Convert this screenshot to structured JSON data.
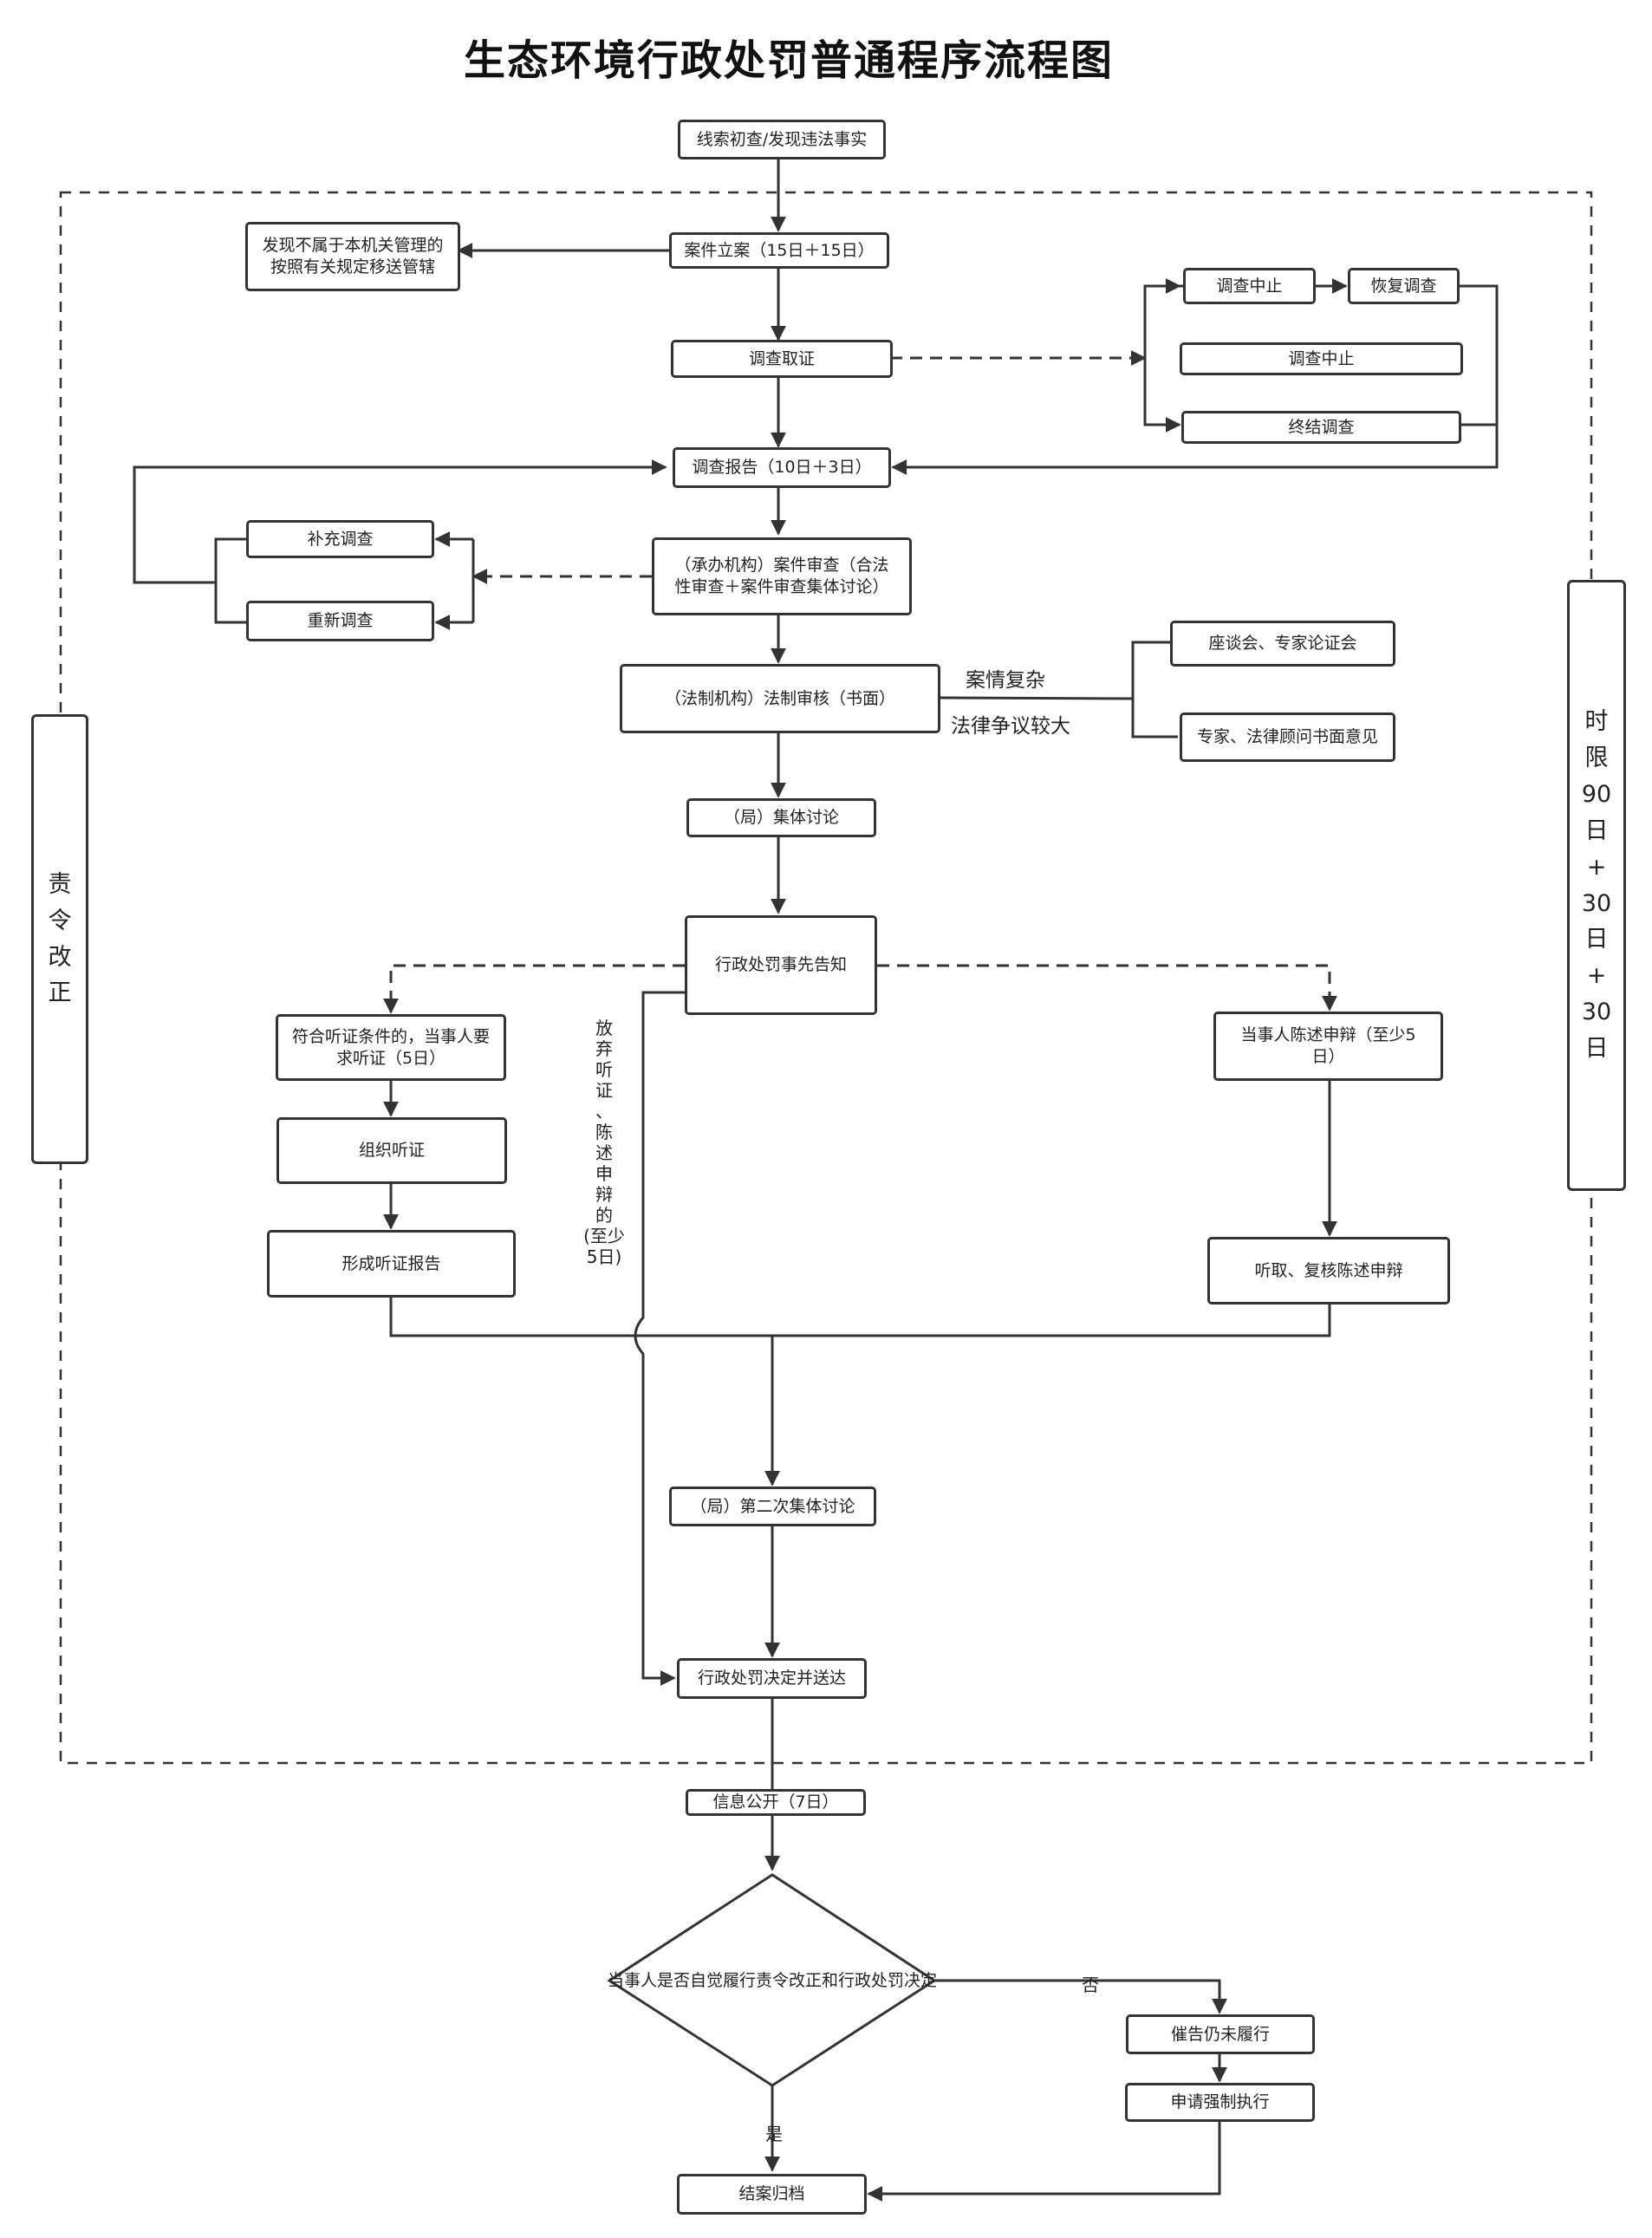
{
  "title": "生态环境行政处罚普通程序流程图",
  "nodes": {
    "clue": "线索初查/发现违法事实",
    "filing": "案件立案（15日＋15日）",
    "transfer": "发现不属于本机关管理的按照有关规定移送管辖",
    "investigate": "调查取证",
    "suspend_a": "调查中止",
    "resume": "恢复调查",
    "suspend_b": "调查中止",
    "terminate": "终结调查",
    "report": "调查报告（10日＋3日）",
    "supplement": "补充调查",
    "reinvestigate": "重新调查",
    "case_review": "（承办机构）案件审查（合法性审查＋案件审查集体讨论）",
    "legal_review": "（法制机构）法制审核（书面）",
    "symposium": "座谈会、专家论证会",
    "expert_opinion": "专家、法律顾问书面意见",
    "group_discussion": "（局）集体讨论",
    "prior_notice": "行政处罚事先告知",
    "hearing_request": "符合听证条件的，当事人要求听证（5日）",
    "organize_hearing": "组织听证",
    "hearing_report": "形成听证报告",
    "statement": "当事人陈述申辩（至少5日）",
    "review_statement": "听取、复核陈述申辩",
    "second_discussion": "（局）第二次集体讨论",
    "decision": "行政处罚决定并送达",
    "disclosure": "信息公开（7日）",
    "compliance_question": "当事人是否自觉履行责令改正和行政处罚决定",
    "urge": "催告仍未履行",
    "enforce": "申请强制执行",
    "close": "结案归档"
  },
  "labels": {
    "complex_case": "案情复杂",
    "legal_dispute": "法律争议较大",
    "waive": [
      "放",
      "弃",
      "听",
      "证",
      "、",
      "陈",
      "述",
      "申",
      "辩",
      "的",
      "(至少",
      "5日)"
    ],
    "no": "否",
    "yes": "是"
  },
  "side": {
    "left": [
      "责",
      "令",
      "改",
      "正"
    ],
    "right": [
      "时",
      "限",
      "90",
      "日",
      "+",
      "30",
      "日",
      "+",
      "30",
      "日"
    ]
  },
  "colors": {
    "stroke": "#333333",
    "background": "#ffffff"
  }
}
